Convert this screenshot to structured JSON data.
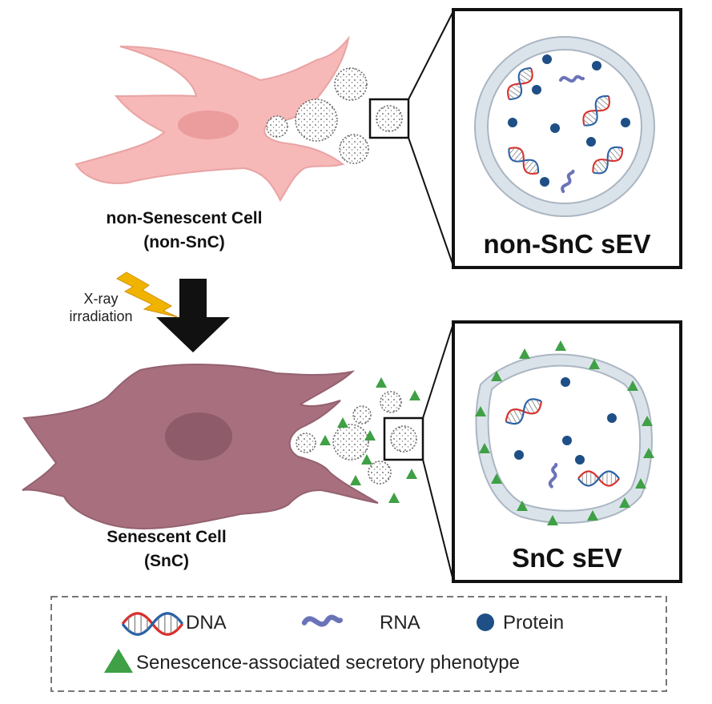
{
  "top_cell": {
    "label": "non-Senescent Cell",
    "abbr": "(non-SnC)"
  },
  "treatment": {
    "line1": "X-ray",
    "line2": "irradiation"
  },
  "bottom_cell": {
    "label": "Senescent Cell",
    "abbr": "(SnC)"
  },
  "panels": {
    "top_title": "non-SnC sEV",
    "bottom_title": "SnC sEV"
  },
  "legend": {
    "dna": "DNA",
    "rna": "RNA",
    "protein": "Protein",
    "sasp": "Senescence-associated secretory phenotype"
  },
  "colors": {
    "non_snc_cell": "#f7b8b8",
    "snc_cell": "#a8707f",
    "protein": "#1e4f86",
    "dna_red": "#d9302c",
    "dna_blue": "#2a62a6",
    "rna": "#6b73b8",
    "sasp": "#3fa046",
    "bolt": "#f0b400"
  }
}
